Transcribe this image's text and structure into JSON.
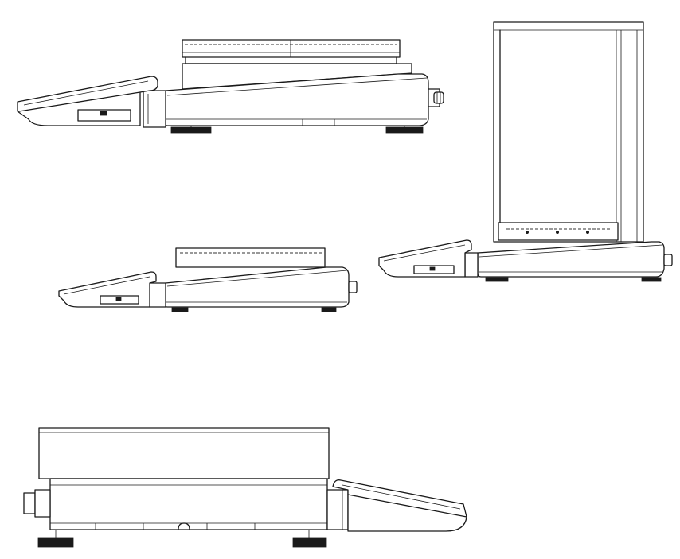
{
  "figure": {
    "views": [
      {
        "id": "side-view-large"
      },
      {
        "id": "side-view-with-draft-shield"
      },
      {
        "id": "side-view-small"
      },
      {
        "id": "side-view-mirrored"
      }
    ],
    "line_color": "#1a1a1a",
    "background_color": "#ffffff"
  }
}
